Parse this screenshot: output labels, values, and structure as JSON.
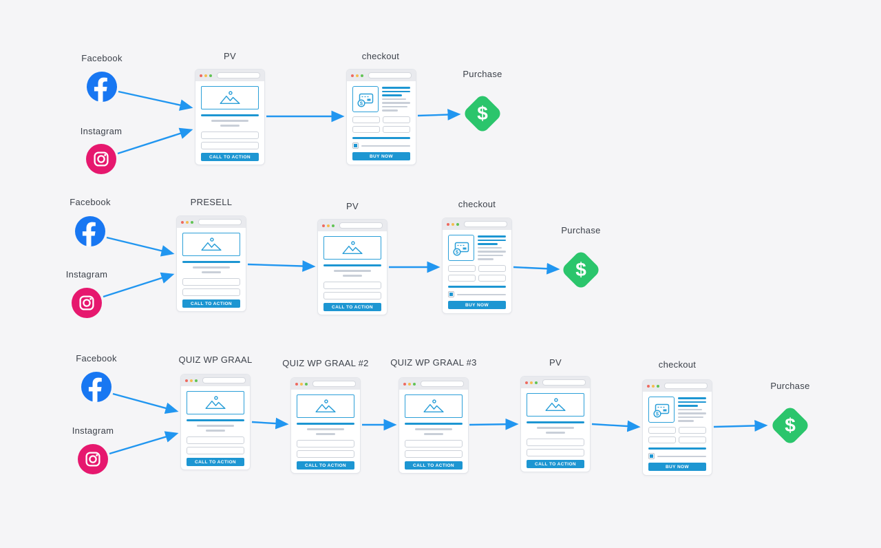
{
  "diagram_type": "marketing-funnel-flowchart",
  "colors": {
    "background": "#f5f5f7",
    "arrow_blue": "#2196f0",
    "accent_blue": "#1d96d2",
    "outline_blue": "#2b9fd8",
    "facebook_blue": "#1877f2",
    "instagram_pink": "#e6186e",
    "purchase_green": "#2bc56c",
    "placeholder_gray": "#c9cfd8",
    "chrome_gray": "#e9eaee"
  },
  "icons": {
    "dollar_symbol": "$"
  },
  "rows": [
    {
      "sources": [
        {
          "name": "facebook",
          "label": "Facebook"
        },
        {
          "name": "instagram",
          "label": "Instagram"
        }
      ],
      "steps": [
        {
          "label": "PV",
          "type": "landing",
          "button_label": "CALL TO ACTION"
        },
        {
          "label": "checkout",
          "type": "checkout",
          "button_label": "BUY NOW"
        }
      ],
      "purchase": {
        "label": "Purchase",
        "symbol": "$"
      }
    },
    {
      "sources": [
        {
          "name": "facebook",
          "label": "Facebook"
        },
        {
          "name": "instagram",
          "label": "Instagram"
        }
      ],
      "steps": [
        {
          "label": "PRESELL",
          "type": "landing",
          "button_label": "CALL TO ACTION"
        },
        {
          "label": "PV",
          "type": "landing",
          "button_label": "CALL TO ACTION"
        },
        {
          "label": "checkout",
          "type": "checkout",
          "button_label": "BUY NOW"
        }
      ],
      "purchase": {
        "label": "Purchase",
        "symbol": "$"
      }
    },
    {
      "sources": [
        {
          "name": "facebook",
          "label": "Facebook"
        },
        {
          "name": "instagram",
          "label": "Instagram"
        }
      ],
      "steps": [
        {
          "label": "QUIZ WP GRAAL",
          "type": "landing",
          "button_label": "CALL TO ACTION"
        },
        {
          "label": "QUIZ WP GRAAL #2",
          "type": "landing",
          "button_label": "CALL TO ACTION"
        },
        {
          "label": "QUIZ WP GRAAL #3",
          "type": "landing",
          "button_label": "CALL TO ACTION"
        },
        {
          "label": "PV",
          "type": "landing",
          "button_label": "CALL TO ACTION"
        },
        {
          "label": "checkout",
          "type": "checkout",
          "button_label": "BUY NOW"
        }
      ],
      "purchase": {
        "label": "Purchase",
        "symbol": "$"
      }
    }
  ]
}
